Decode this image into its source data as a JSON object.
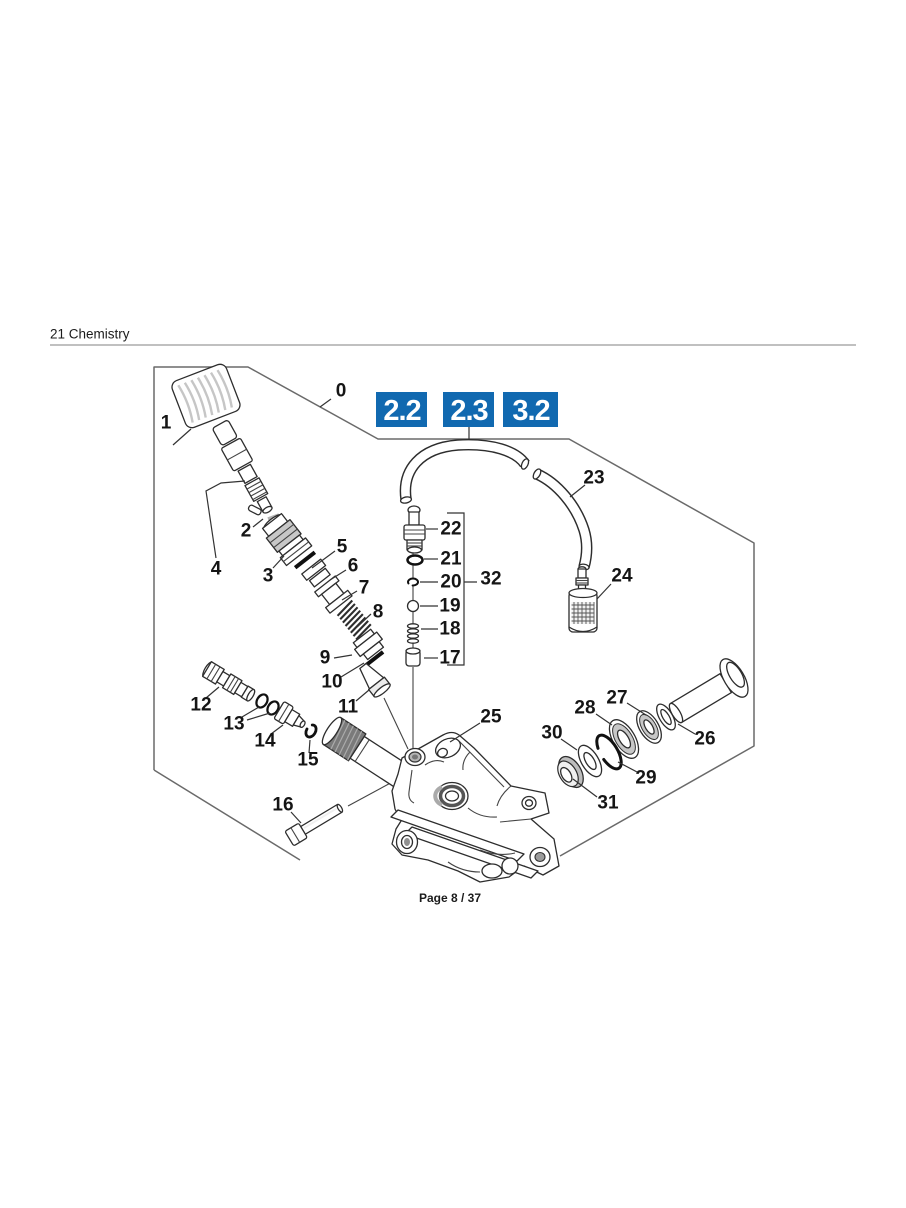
{
  "page": {
    "header_title": "21 Chemistry",
    "footer_text": "Page 8 / 37"
  },
  "badges": {
    "color": "#1169b0",
    "items": [
      {
        "label": "2.2"
      },
      {
        "label": "2.3"
      },
      {
        "label": "3.2"
      }
    ]
  },
  "diagram": {
    "callouts": [
      {
        "label": "0"
      },
      {
        "label": "1"
      },
      {
        "label": "2"
      },
      {
        "label": "3"
      },
      {
        "label": "4"
      },
      {
        "label": "5"
      },
      {
        "label": "6"
      },
      {
        "label": "7"
      },
      {
        "label": "8"
      },
      {
        "label": "9"
      },
      {
        "label": "10"
      },
      {
        "label": "11"
      },
      {
        "label": "12"
      },
      {
        "label": "13"
      },
      {
        "label": "14"
      },
      {
        "label": "15"
      },
      {
        "label": "16"
      },
      {
        "label": "17"
      },
      {
        "label": "18"
      },
      {
        "label": "19"
      },
      {
        "label": "20"
      },
      {
        "label": "21"
      },
      {
        "label": "22"
      },
      {
        "label": "23"
      },
      {
        "label": "24"
      },
      {
        "label": "25"
      },
      {
        "label": "26"
      },
      {
        "label": "27"
      },
      {
        "label": "28"
      },
      {
        "label": "29"
      },
      {
        "label": "30"
      },
      {
        "label": "31"
      },
      {
        "label": "32"
      }
    ]
  }
}
